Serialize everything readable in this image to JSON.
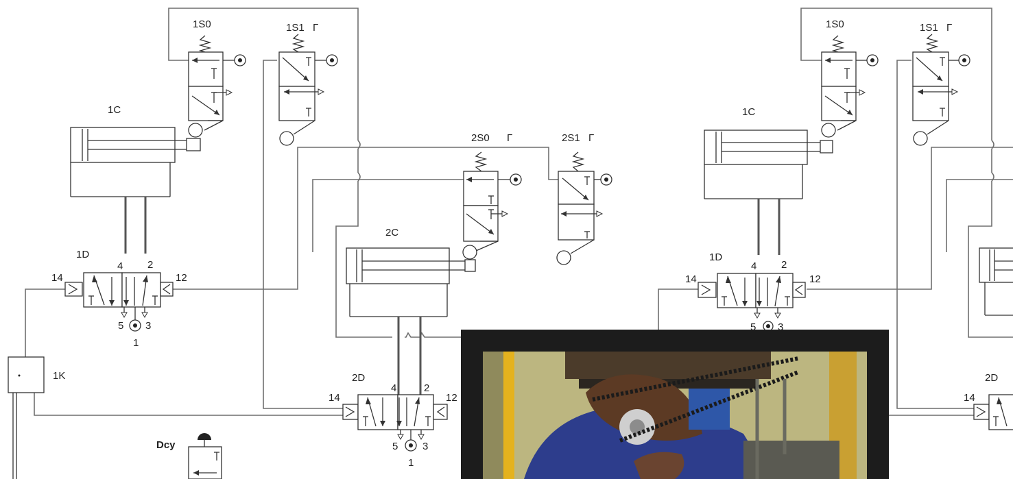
{
  "labels": {
    "s10_left": "1S0",
    "s11_left": "1S1",
    "c1_left": "1C",
    "d1_left": "1D",
    "k1": "1K",
    "s20": "2S0",
    "s21": "2S1",
    "c2": "2C",
    "d2": "2D",
    "dcy": "Dcy",
    "s10_right": "1S0",
    "s11_right": "1S1",
    "c1_right": "1C",
    "d1_right": "1D",
    "d2_right": "2D"
  },
  "ports": {
    "p14": "14",
    "p12": "12",
    "p4": "4",
    "p2": "2",
    "p5": "5",
    "p3": "3",
    "p1": "1"
  },
  "photo": {
    "description_icon": "photo-inset"
  }
}
